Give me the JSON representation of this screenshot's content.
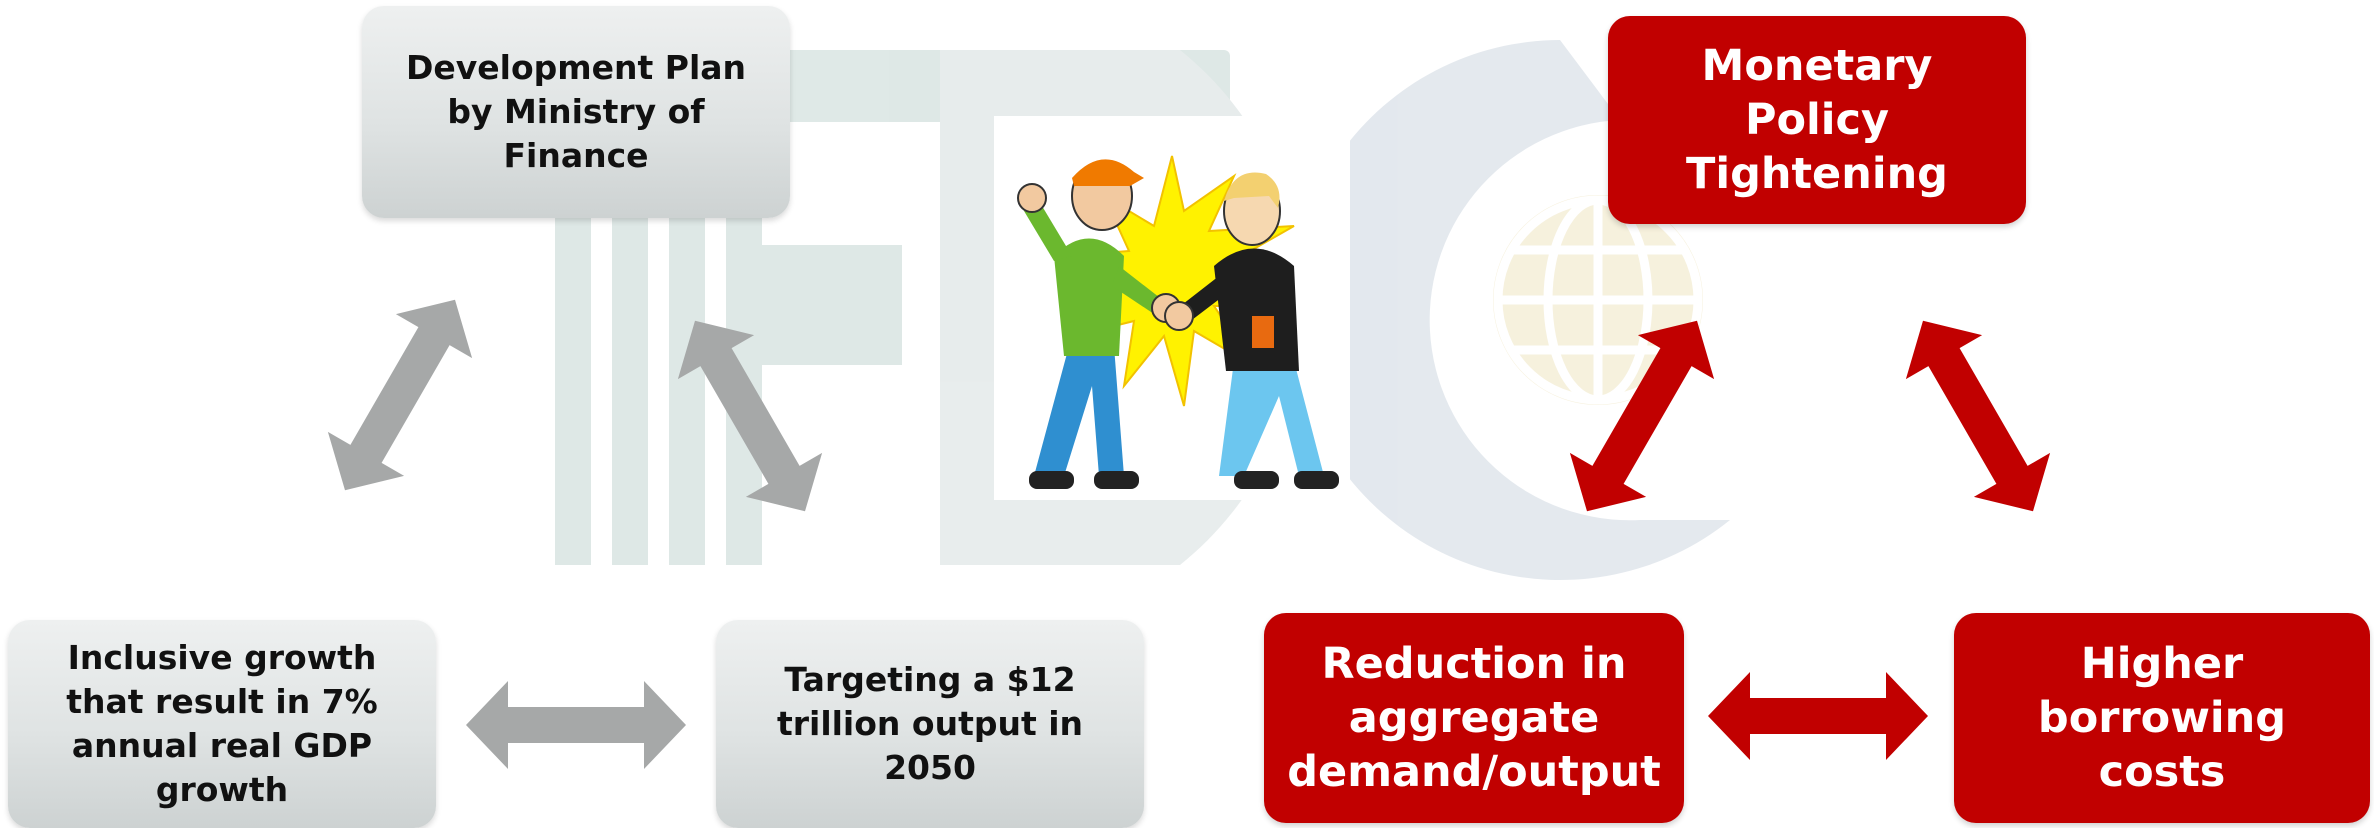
{
  "colors": {
    "red_box": "#c10000",
    "red_arrow": "#c10000",
    "gray_arrow": "#a6a8a8",
    "gray_box": "#dfe3e3",
    "watermark": "#d7e3e1"
  },
  "left_cycle": {
    "top_box": "Development Plan by Ministry of Finance",
    "bottom_left_box": "Inclusive growth that result in 7% annual real GDP growth",
    "bottom_right_box": "Targeting a $12 trillion output in 2050"
  },
  "right_cycle": {
    "top_box": "Monetary Policy Tightening",
    "bottom_left_box": "Reduction in aggregate demand/output",
    "bottom_right_box": "Higher borrowing costs"
  },
  "illustration": {
    "icon": "two-men-fighting-cartoon"
  }
}
